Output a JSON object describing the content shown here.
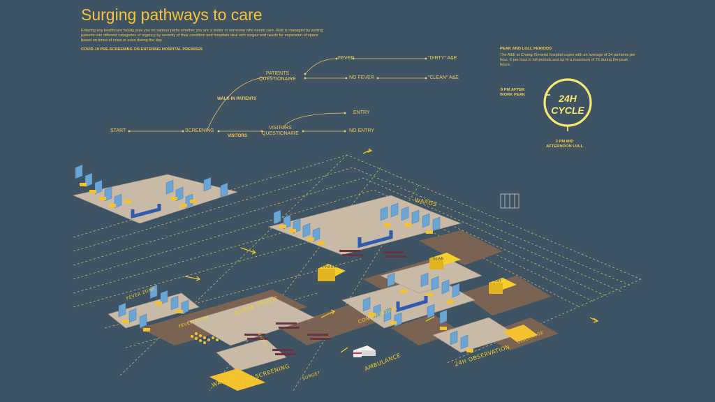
{
  "header": {
    "title": "Surging pathways to care",
    "intro": "Entering any healthcare facility puts you on various paths whether you are a visitor or someone who needs care. Risk is managed by sorting patients into different categories of urgency by severity of their condition and hospitals deal with surges and needs for expansion of space based on times of crisis or even during the day.",
    "section": "COVID-19 PRE-SCREENING ON ENTERING HOSPITAL PREMISES"
  },
  "flow": {
    "start": "START",
    "screening": "SCREENING",
    "patients_q": "PATIENTS\nQUESTIONAIRE",
    "visitors_q": "VISITORS\nQUESTIONAIRE",
    "fever": "FEVER",
    "no_fever": "NO FEVER",
    "dirty_ae": "\"DIRTY\" A&E",
    "clean_ae": "\"CLEAN\" A&E",
    "entry": "ENTRY",
    "no_entry": "NO ENTRY",
    "walk_in_label": "WALK-IN PATIENTS",
    "visitors_label": "VISITORS"
  },
  "peak": {
    "heading": "PEAK AND LULL PERIODS",
    "text": "The A&E at Changi General hospital copes with an average of 34 pa-tients per hour, 6 per hour in lull periods and up to a maximum of 76 during the peak hours.",
    "cycle": "24H CYCLE",
    "peak_label": "8 PM AFTER\nWORK PEAK",
    "lull_label": "3 PM MID\nAFTERNOON LULL"
  },
  "map_labels": {
    "wards": "WARDS",
    "fever_zone": "FEVER ZONE",
    "fever_room": "FEVER ROOM",
    "nurse_triage": "NURSE TRIAGE",
    "consultation": "CONSULTATION",
    "ambulance": "AMBULANCE",
    "observation": "24H OBSERVATION",
    "discharge": "DISCHARGE",
    "walk_in": "WALK-IN",
    "pre_screening": "PRE-SCREENING",
    "surge": "SURGE?",
    "waiting": "WAITING",
    "pharmacy": "PHARM",
    "xray": "X-RAY",
    "scan": "SCAN"
  },
  "colors": {
    "background": "#3e5364",
    "accent": "#f4c53a",
    "floor": "#c9b9a7",
    "path": "#7a6352",
    "screen": "#6aa5d6",
    "bed": "#f2c230",
    "counter": "#2f5cae"
  }
}
